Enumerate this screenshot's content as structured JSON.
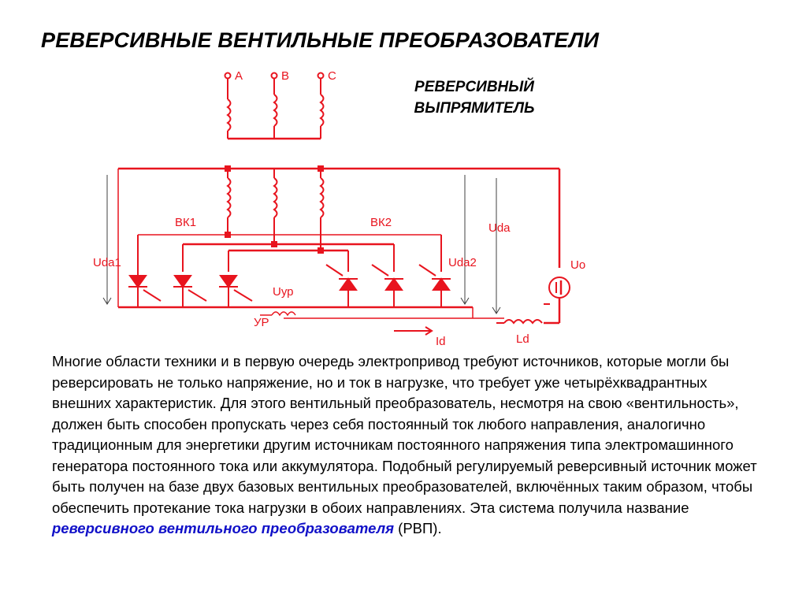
{
  "title": "РЕВЕРСИВНЫЕ ВЕНТИЛЬНЫЕ ПРЕОБРАЗОВАТЕЛИ",
  "subtitle_line1": "РЕВЕРСИВНЫЙ",
  "subtitle_line2": "ВЫПРЯМИТЕЛЬ",
  "diagram": {
    "phase_a": "А",
    "phase_b": "В",
    "phase_c": "С",
    "bk1": "ВК1",
    "bk2": "ВК2",
    "uda1": "Uda1",
    "uda2": "Uda2",
    "uda": "Uda",
    "uo": "Uo",
    "uyr": "Uур",
    "yr": "УР",
    "id": "Id",
    "ld": "Ld",
    "wire_color": "#e8141e"
  },
  "text": {
    "para_main": "Многие области техники и в первую очередь электропривод требуют источников, которые могли бы реверсировать не только напряжение, но и ток в нагрузке, что требует уже четырёхквадрантных внешних характеристик. Для этого вентильный преобразователь, несмотря на свою «вентильность», должен быть способен пропускать через себя постоянный ток любого направления, аналогично традиционным для энергетики другим источникам постоянного напряжения типа электромашинного генератора постоянного тока или аккумулятора. Подобный регулируемый реверсивный источник может быть получен на базе двух базовых вентильных преобразователей, включённых таким образом, чтобы обеспечить протекание тока нагрузки в обоих направлениях. Эта система получила название ",
    "term": "реверсивного вентильного преобразователя",
    "tail": " (РВП)."
  }
}
